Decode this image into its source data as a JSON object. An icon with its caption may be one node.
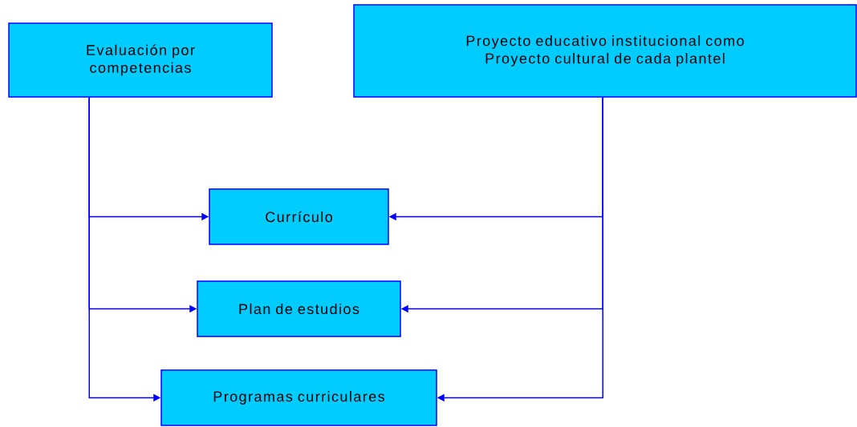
{
  "diagram": {
    "nodes": [
      {
        "text": [
          "Evaluación por competencias"
        ]
      },
      {
        "text": [
          "Proyecto educativo institucional como Proyecto cultural de cada plantel"
        ]
      },
      {
        "text": [
          "Currículo"
        ]
      },
      {
        "text": [
          "Plan de estudios"
        ]
      },
      {
        "text": [
          "Programas curriculares"
        ]
      }
    ],
    "edges": [
      {
        "from": 0,
        "to": 2,
        "arrow": "to"
      },
      {
        "from": 0,
        "to": 3,
        "arrow": "to"
      },
      {
        "from": 0,
        "to": 4,
        "arrow": "to"
      },
      {
        "from": 1,
        "to": 2,
        "arrow": "to"
      },
      {
        "from": 1,
        "to": 3,
        "arrow": "to"
      },
      {
        "from": 1,
        "to": 4,
        "arrow": "to"
      }
    ]
  }
}
